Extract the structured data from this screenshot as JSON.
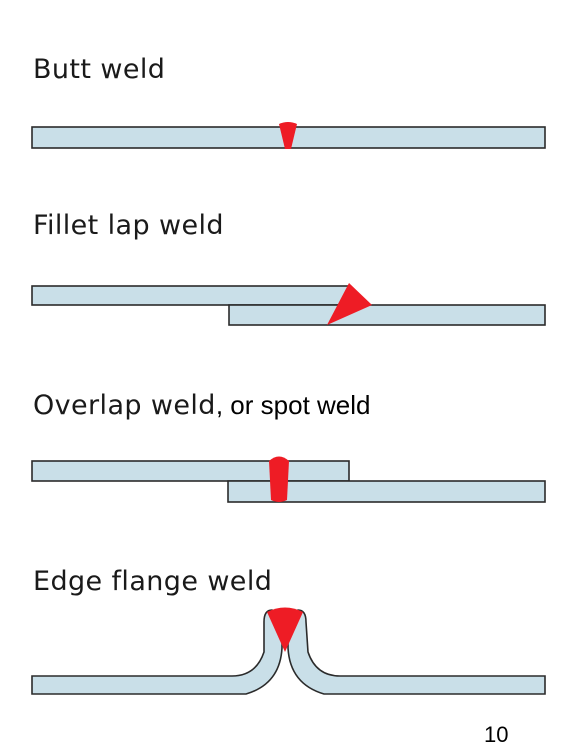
{
  "welds": [
    {
      "title": "Butt weld",
      "suffix": ""
    },
    {
      "title": "Fillet lap weld",
      "suffix": ""
    },
    {
      "title": "Overlap weld",
      "suffix": ", or spot weld"
    },
    {
      "title": "Edge flange weld",
      "suffix": ""
    }
  ],
  "page_number": "10",
  "colors": {
    "plate": "#c9dfe8",
    "weld": "#ee1c25",
    "outline": "#2b2b2b"
  }
}
